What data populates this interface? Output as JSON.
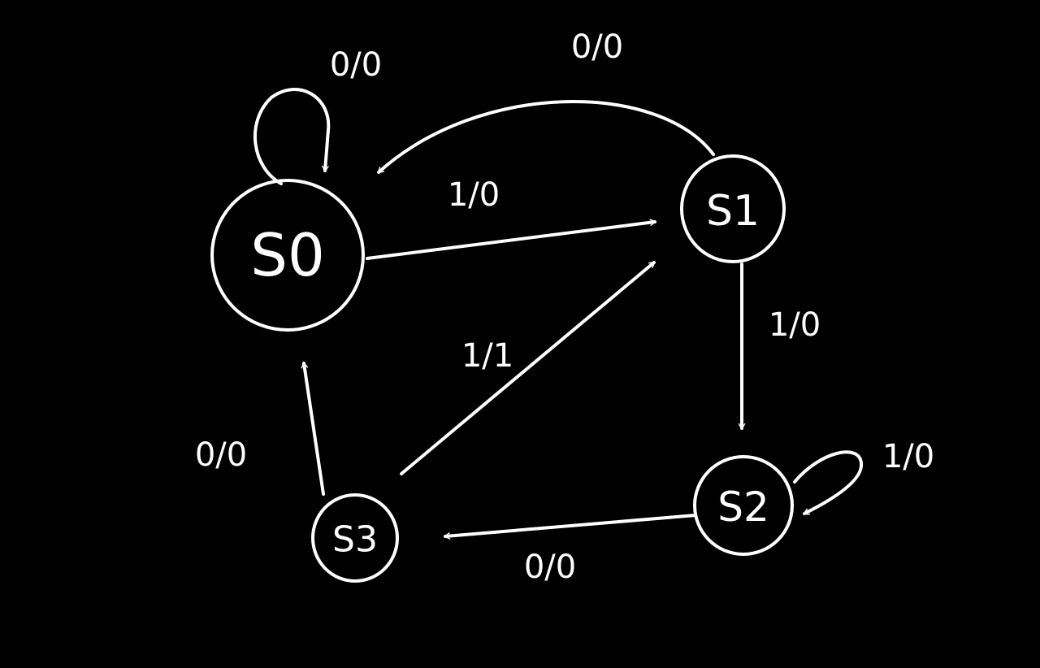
{
  "diagram": {
    "colors": {
      "background": "#000000",
      "ink": "#ffffff"
    },
    "states": {
      "s0": "S0",
      "s1": "S1",
      "s2": "S2",
      "s3": "S3"
    },
    "transitions": {
      "s0_self": "0/0",
      "s1_to_s0": "0/0",
      "s0_to_s1": "1/0",
      "s1_to_s2": "1/0",
      "s2_self": "1/0",
      "s2_to_s3": "0/0",
      "s3_to_s1": "1/1",
      "s3_to_s0": "0/0"
    }
  }
}
